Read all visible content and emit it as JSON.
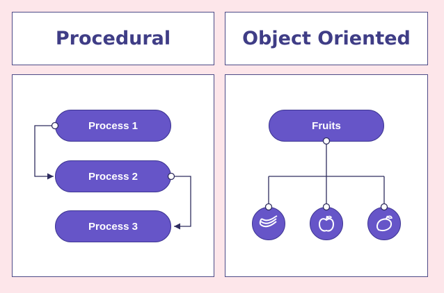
{
  "panels": {
    "left": {
      "title": "Procedural",
      "processes": [
        "Process 1",
        "Process 2",
        "Process 3"
      ]
    },
    "right": {
      "title": "Object Oriented",
      "root": "Fruits",
      "children_icons": [
        "banana-icon",
        "apple-icon",
        "mango-icon"
      ]
    }
  },
  "colors": {
    "background": "#fde6ea",
    "accent": "#6655c8",
    "title": "#3f3d86",
    "border": "#4c4a86"
  }
}
